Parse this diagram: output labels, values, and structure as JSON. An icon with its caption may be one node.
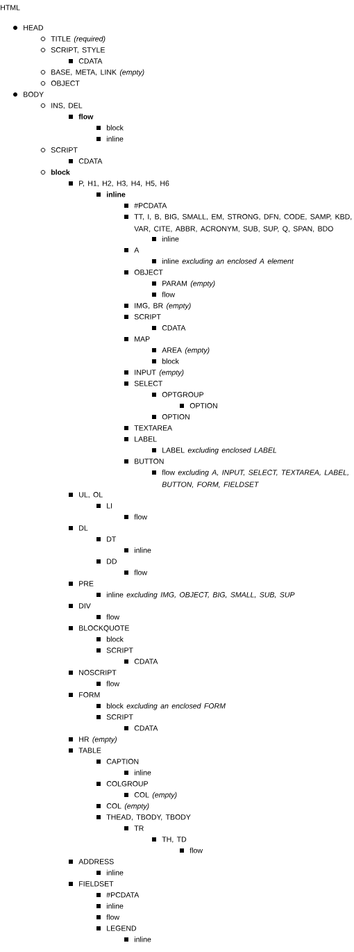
{
  "diagram": {
    "labels": [
      "HTML",
      "HEAD",
      "TITLE *(required)*",
      "SCRIPT, STYLE",
      "CDATA",
      "BASE, META, LINK *(empty)*",
      "OBJECT",
      "BODY",
      "INS, DEL",
      "flow",
      "block",
      "inline",
      "SCRIPT",
      "CDATA",
      "block",
      "P, H1, H2, H3, H4, H5, H6",
      "inline",
      "#PCDATA",
      "TT, I, B, BIG, SMALL, EM, STRONG, DFN, CODE, SAMP, KBD, VAR, CITE, ABBR, ACRONYM, SUB, SUP, Q, SPAN, BDO",
      "inline",
      "A",
      "inline *excluding an enclosed A element*",
      "OBJECT",
      "PARAM *(empty)*",
      "flow",
      "IMG, BR *(empty)*",
      "SCRIPT",
      "CDATA",
      "MAP",
      "AREA *(empty)*",
      "block",
      "INPUT *(empty)*",
      "SELECT",
      "OPTGROUP",
      "OPTION",
      "OPTION",
      "TEXTAREA",
      "LABEL",
      "LABEL *excluding enclosed LABEL*",
      "BUTTON",
      "flow *excluding A, INPUT, SELECT, TEXTAREA, LABEL, BUTTON, FORM, FIELDSET*",
      "UL, OL",
      "LI",
      "flow",
      "DL",
      "DT",
      "inline",
      "DD",
      "flow",
      "PRE",
      "inline *excluding IMG, OBJECT, BIG, SMALL, SUB, SUP*",
      "DIV",
      "flow",
      "BLOCKQUOTE",
      "block",
      "SCRIPT",
      "CDATA",
      "NOSCRIPT",
      "flow",
      "FORM",
      "block *excluding an enclosed FORM*",
      "SCRIPT",
      "CDATA",
      "HR *(empty)*",
      "TABLE",
      "CAPTION",
      "inline",
      "COLGROUP",
      "COL *(empty)*",
      "COL *(empty)*",
      "THEAD, TBODY, TBODY",
      "TR",
      "TH, TD",
      "flow",
      "ADDRESS",
      "inline",
      "FIELDSET",
      "#PCDATA",
      "inline",
      "flow",
      "LEGEND",
      "inline"
    ]
  }
}
